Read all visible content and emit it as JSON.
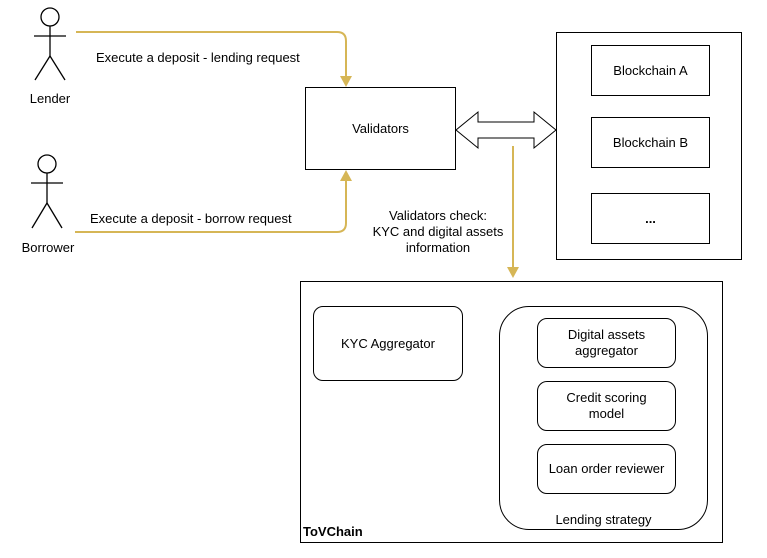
{
  "actors": {
    "lender": "Lender",
    "borrower": "Borrower"
  },
  "flows": {
    "lender_request": "Execute a deposit - lending request",
    "borrower_request": "Execute a deposit - borrow request",
    "validators_check_line1": "Validators check:",
    "validators_check_line2": "KYC and digital assets",
    "validators_check_line3": "information"
  },
  "validators": "Validators",
  "blockchains": [
    "Blockchain A",
    "Blockchain B",
    "..."
  ],
  "tovchain": {
    "title": "ToVChain",
    "kyc": "KYC Aggregator",
    "lending_strategy": {
      "label": "Lending strategy",
      "items": [
        {
          "line1": "Digital assets",
          "line2": "aggregator"
        },
        {
          "line1": "Credit scoring",
          "line2": "model"
        },
        {
          "line1": "Loan order reviewer",
          "line2": ""
        }
      ]
    }
  },
  "colors": {
    "flow_arrow": "#D6B656",
    "stroke": "#000000",
    "fill": "#ffffff"
  }
}
